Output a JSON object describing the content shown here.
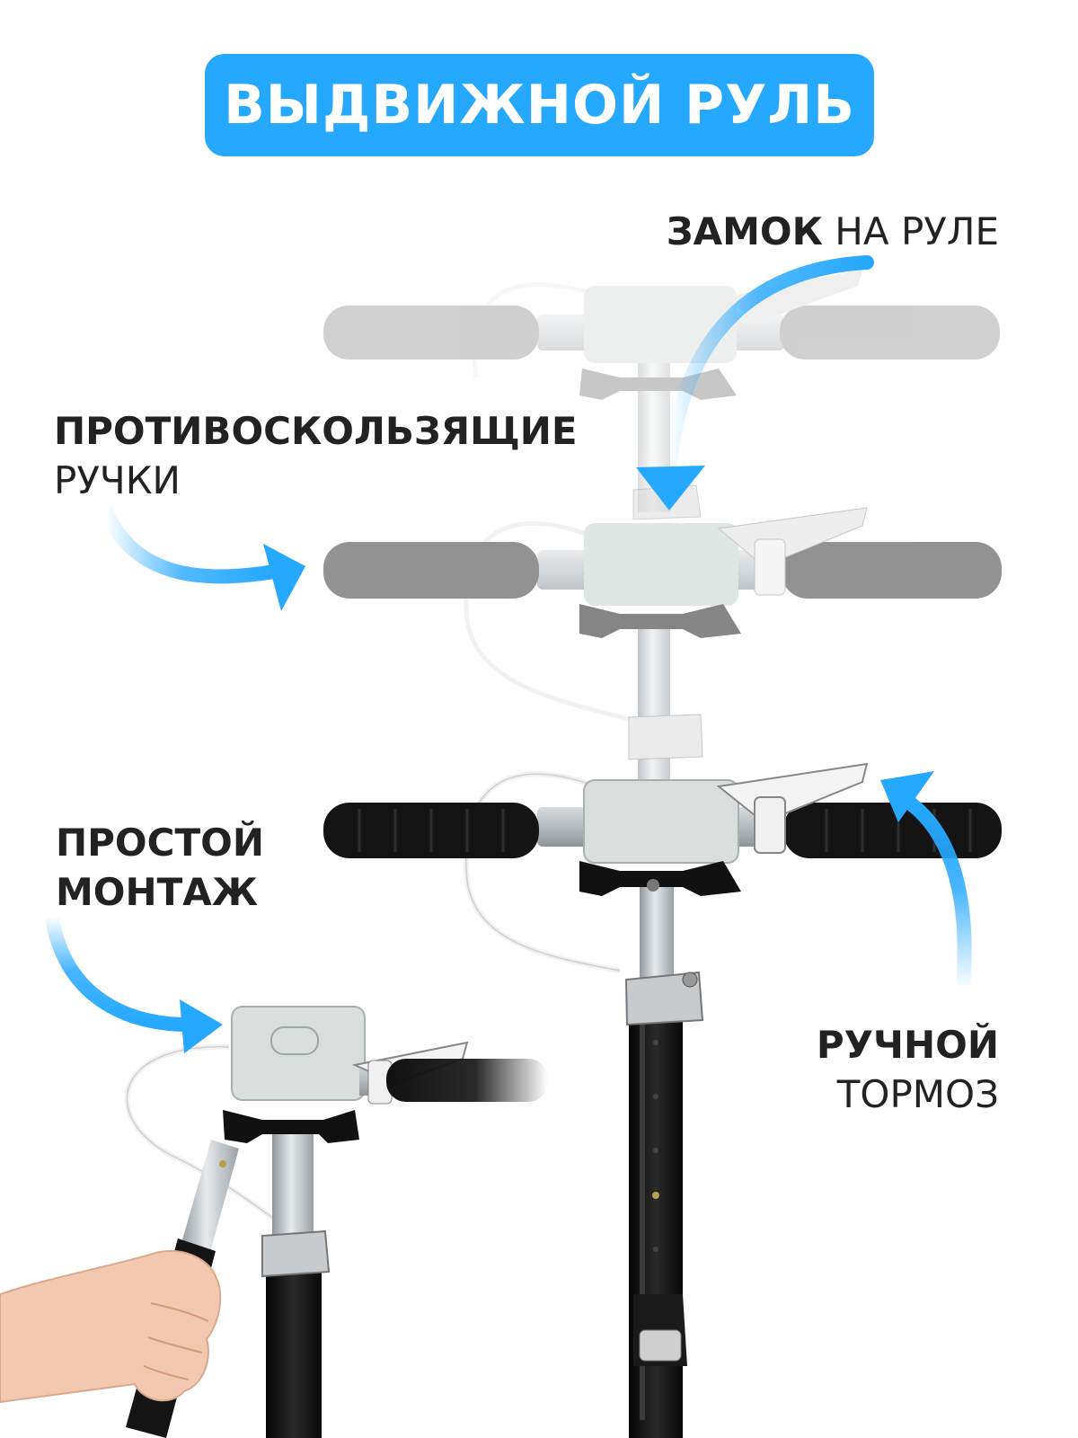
{
  "colors": {
    "accent": "#26a8ff",
    "text": "#222222",
    "grip_black": "#141414",
    "grip_gray": "#6e6e6e",
    "grip_light": "#c9c9c9",
    "metal": "#b9bfc3",
    "housing": "#d9dedc"
  },
  "banner": {
    "title": "ВЫДВИЖНОЙ РУЛЬ"
  },
  "labels": {
    "lock": {
      "bold": "ЗАМОК",
      "regular": "НА РУЛЕ"
    },
    "grips": {
      "bold": "ПРОТИВОСКОЛЬЗЯЩИЕ",
      "regular": "РУЧКИ"
    },
    "mount": {
      "line1": "ПРОСТОЙ",
      "line2": "МОНТАЖ"
    },
    "brake": {
      "bold": "РУЧНОЙ",
      "regular": "ТОРМОЗ"
    }
  },
  "icons": [
    "curved-arrow-icon",
    "hand-icon"
  ]
}
